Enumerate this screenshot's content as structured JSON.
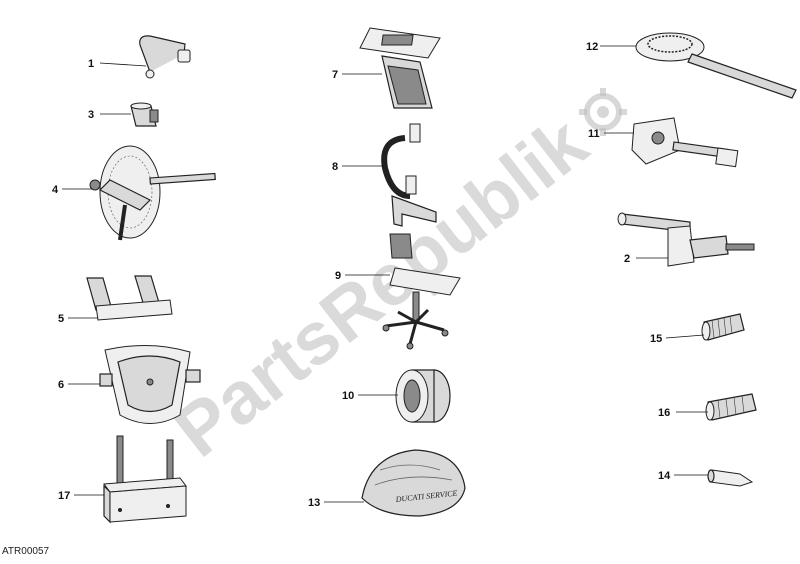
{
  "callouts": [
    {
      "id": "1",
      "label": "1"
    },
    {
      "id": "2",
      "label": "2"
    },
    {
      "id": "3",
      "label": "3"
    },
    {
      "id": "4",
      "label": "4"
    },
    {
      "id": "5",
      "label": "5"
    },
    {
      "id": "6",
      "label": "6"
    },
    {
      "id": "7",
      "label": "7"
    },
    {
      "id": "8",
      "label": "8"
    },
    {
      "id": "9",
      "label": "9"
    },
    {
      "id": "10",
      "label": "10"
    },
    {
      "id": "11",
      "label": "11"
    },
    {
      "id": "12",
      "label": "12"
    },
    {
      "id": "13",
      "label": "13"
    },
    {
      "id": "14",
      "label": "14"
    },
    {
      "id": "15",
      "label": "15"
    },
    {
      "id": "16",
      "label": "16"
    },
    {
      "id": "17",
      "label": "17"
    }
  ],
  "cover_brand": "DUCATI SERVICE",
  "watermark": "PartsRepublik",
  "drawing_code": "ATR00057"
}
